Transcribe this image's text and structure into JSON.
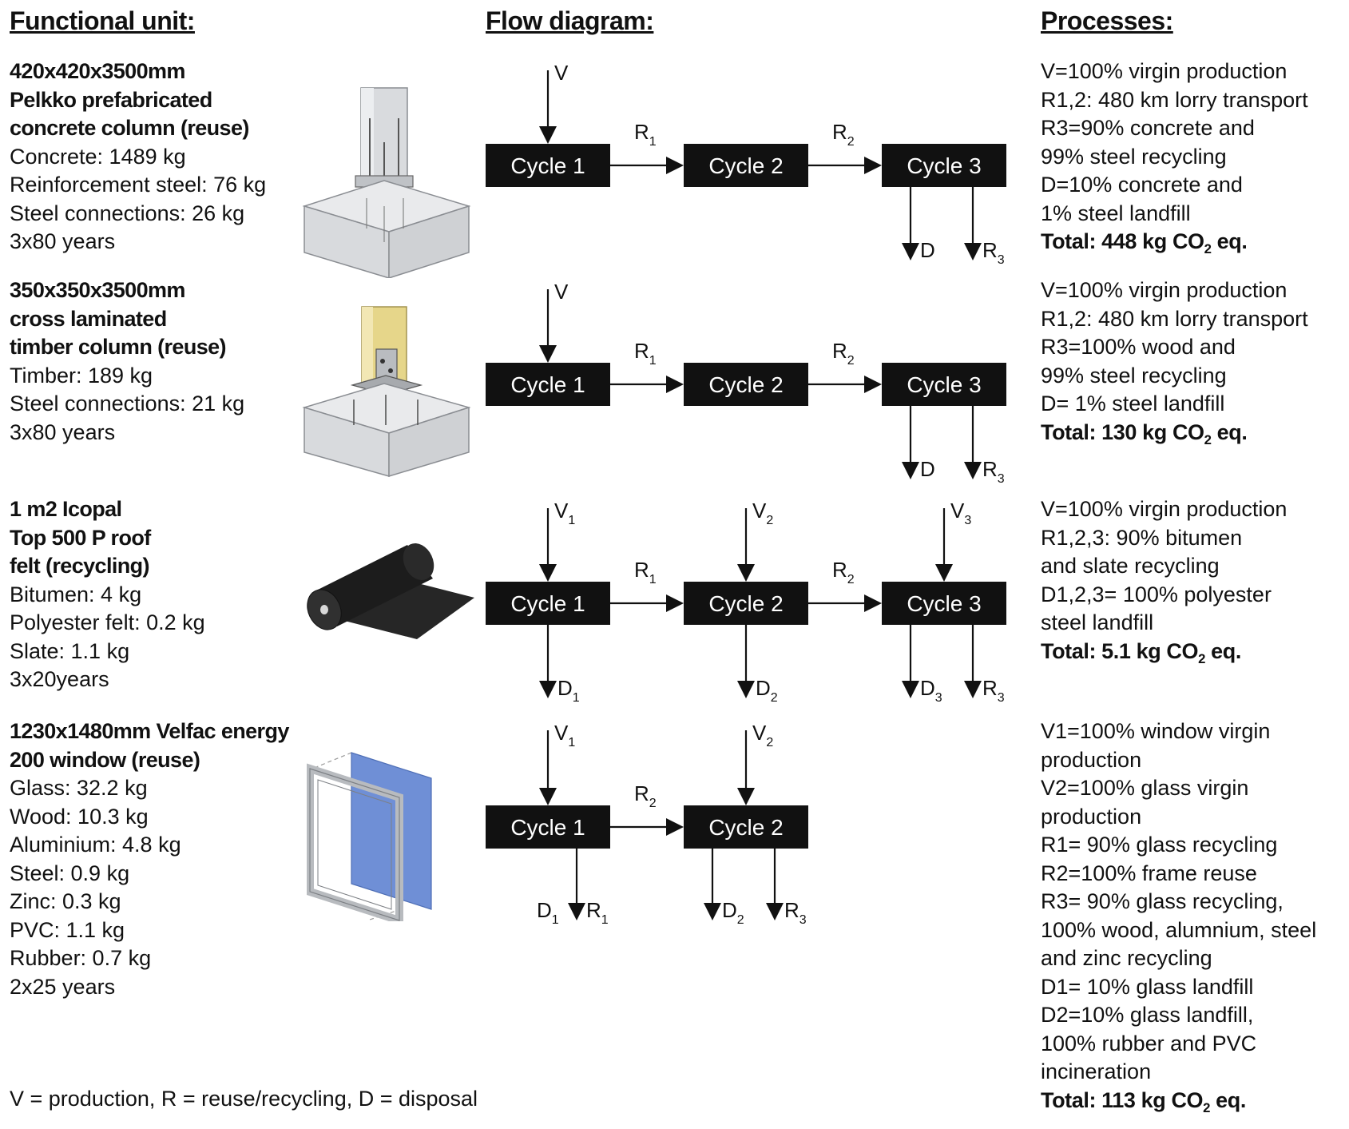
{
  "headers": {
    "functional_unit": "Functional unit:",
    "flow_diagram": "Flow diagram:",
    "processes": "Processes:"
  },
  "units": [
    {
      "title_lines": [
        "420x420x3500mm",
        "Pelkko prefabricated",
        "concrete column (reuse)"
      ],
      "detail_lines": [
        "Concrete: 1489 kg",
        "Reinforcement steel: 76 kg",
        "Steel connections: 26 kg",
        "3x80 years"
      ],
      "illustration": "concrete-column-icon"
    },
    {
      "title_lines": [
        "350x350x3500mm",
        "cross laminated",
        "timber column (reuse)"
      ],
      "detail_lines": [
        "Timber: 189 kg",
        "Steel connections: 21 kg",
        "3x80 years"
      ],
      "illustration": "timber-column-icon"
    },
    {
      "title_lines": [
        "1 m2 Icopal",
        "Top 500 P roof",
        "felt (recycling)"
      ],
      "detail_lines": [
        "Bitumen: 4 kg",
        "Polyester felt: 0.2 kg",
        "Slate: 1.1 kg",
        "3x20years"
      ],
      "illustration": "roof-felt-roll-icon"
    },
    {
      "title_lines": [
        "1230x1480mm Velfac energy",
        "200 window (reuse)"
      ],
      "detail_lines": [
        "Glass: 32.2 kg",
        "Wood: 10.3 kg",
        "Aluminium: 4.8 kg",
        "Steel: 0.9 kg",
        "Zinc: 0.3 kg",
        "PVC: 1.1 kg",
        "Rubber: 0.7 kg",
        "2x25 years"
      ],
      "illustration": "window-icon"
    }
  ],
  "flows": [
    {
      "boxes": [
        "Cycle 1",
        "Cycle 2",
        "Cycle 3"
      ],
      "inputs": [
        {
          "box": 0,
          "label": "V",
          "sub": ""
        }
      ],
      "transfers": [
        {
          "from": 0,
          "label": "R",
          "sub": "1"
        },
        {
          "from": 1,
          "label": "R",
          "sub": "2"
        }
      ],
      "outputs": [
        {
          "box": 2,
          "side": "left",
          "label": "D",
          "sub": ""
        },
        {
          "box": 2,
          "side": "right",
          "label": "R",
          "sub": "3"
        }
      ]
    },
    {
      "boxes": [
        "Cycle 1",
        "Cycle 2",
        "Cycle 3"
      ],
      "inputs": [
        {
          "box": 0,
          "label": "V",
          "sub": ""
        }
      ],
      "transfers": [
        {
          "from": 0,
          "label": "R",
          "sub": "1"
        },
        {
          "from": 1,
          "label": "R",
          "sub": "2"
        }
      ],
      "outputs": [
        {
          "box": 2,
          "side": "left",
          "label": "D",
          "sub": ""
        },
        {
          "box": 2,
          "side": "right",
          "label": "R",
          "sub": "3"
        }
      ]
    },
    {
      "boxes": [
        "Cycle 1",
        "Cycle 2",
        "Cycle 3"
      ],
      "inputs": [
        {
          "box": 0,
          "label": "V",
          "sub": "1"
        },
        {
          "box": 1,
          "label": "V",
          "sub": "2"
        },
        {
          "box": 2,
          "label": "V",
          "sub": "3"
        }
      ],
      "transfers": [
        {
          "from": 0,
          "label": "R",
          "sub": "1"
        },
        {
          "from": 1,
          "label": "R",
          "sub": "2"
        }
      ],
      "outputs": [
        {
          "box": 0,
          "side": "center",
          "label": "D",
          "sub": "1"
        },
        {
          "box": 1,
          "side": "center",
          "label": "D",
          "sub": "2"
        },
        {
          "box": 2,
          "side": "left",
          "label": "D",
          "sub": "3"
        },
        {
          "box": 2,
          "side": "right",
          "label": "R",
          "sub": "3"
        }
      ]
    },
    {
      "boxes": [
        "Cycle 1",
        "Cycle 2"
      ],
      "inputs": [
        {
          "box": 0,
          "label": "V",
          "sub": "1"
        },
        {
          "box": 1,
          "label": "V",
          "sub": "2"
        }
      ],
      "transfers": [
        {
          "from": 0,
          "label": "R",
          "sub": "2"
        }
      ],
      "outputs": [
        {
          "box": 0,
          "side": "right",
          "label": "R",
          "sub": "1",
          "text_right": true,
          "dlabel": "D",
          "dsub": "1"
        },
        {
          "box": 1,
          "side": "left",
          "label": "D",
          "sub": "2"
        },
        {
          "box": 1,
          "side": "right",
          "label": "R",
          "sub": "3"
        }
      ]
    }
  ],
  "processes": [
    {
      "lines": [
        "V=100% virgin production",
        "R1,2: 480 km lorry transport",
        "R3=90% concrete and",
        "99% steel recycling",
        "D=10% concrete and",
        "1% steel landfill"
      ],
      "total": {
        "pre": "Total: 448 kg CO",
        "sub": "2",
        "post": " eq."
      }
    },
    {
      "lines": [
        "V=100% virgin production",
        "R1,2: 480 km lorry transport",
        "R3=100% wood and",
        "99% steel recycling",
        "D= 1% steel landfill"
      ],
      "total": {
        "pre": "Total: 130 kg CO",
        "sub": "2",
        "post": " eq."
      }
    },
    {
      "lines": [
        "V=100% virgin production",
        "R1,2,3: 90% bitumen",
        "and slate recycling",
        "D1,2,3= 100% polyester",
        "steel landfill"
      ],
      "total": {
        "pre": "Total: 5.1 kg CO",
        "sub": "2",
        "post": " eq."
      }
    },
    {
      "lines": [
        "V1=100% window virgin",
        "production",
        "V2=100% glass virgin",
        "production",
        "R1= 90% glass recycling",
        "R2=100% frame reuse",
        "R3= 90% glass recycling,",
        "100% wood, alumnium, steel",
        "and zinc recycling",
        "D1= 10% glass landfill",
        "D2=10% glass landfill,",
        "100% rubber and PVC",
        "incineration"
      ],
      "total": {
        "pre": "Total: 113 kg CO",
        "sub": "2",
        "post": " eq."
      }
    }
  ],
  "footnote": "V = production, R = reuse/recycling, D = disposal",
  "colors": {
    "box": "#111111",
    "box_text": "#ffffff",
    "glass": "#6f8fd6",
    "timber": "#e6d68a",
    "felt": "#222222"
  }
}
